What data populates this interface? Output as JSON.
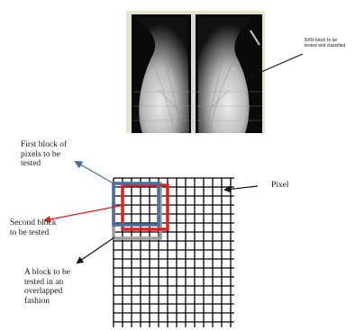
{
  "figure": {
    "labels": {
      "nxn_block": "NXN block to be\ntested and classified",
      "first_block": "First block of\npixels to be\ntested",
      "second_block": "Second block\nto be tested",
      "overlap_block": "A block to be\ntested in an\noverlapped\nfashion",
      "pixel": "Pixel"
    },
    "colors": {
      "first_block": "#4a6f9a",
      "second_block": "#e0201c",
      "overlap_block": "#9e9e9e",
      "grid": "#000000"
    },
    "image": {
      "type": "mammogram-xray",
      "panels": 2
    }
  }
}
